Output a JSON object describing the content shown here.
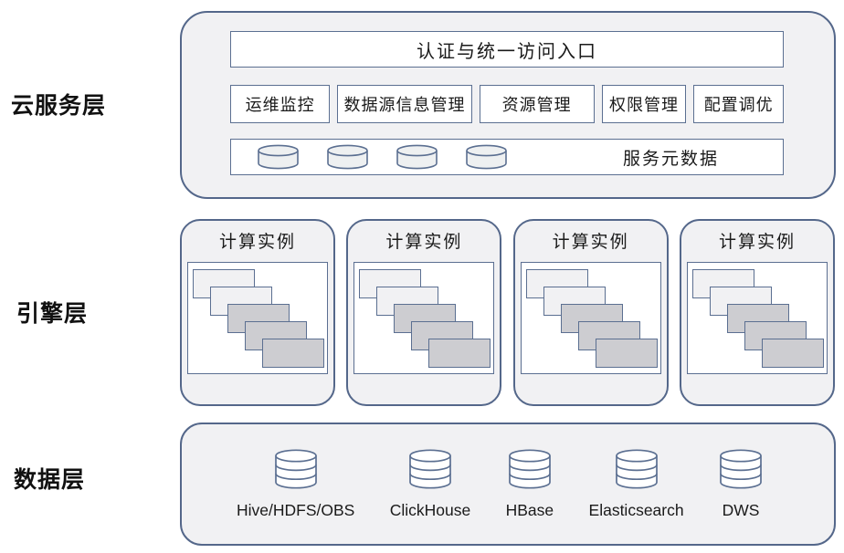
{
  "colors": {
    "canvas_bg": "#ffffff",
    "panel_fill": "#f1f1f3",
    "panel_border": "#54678a",
    "box_border": "#5b6f91",
    "box_fill": "#ffffff",
    "stack_light_fill": "#f1f1f3",
    "stack_dark_fill": "#cdcdd1",
    "cylinder_small_fill": "#eef0f1",
    "text_color": "#1a1a1a"
  },
  "layers": {
    "cloud": {
      "label": "云服务层",
      "access_entry": "认证与统一访问入口",
      "modules": [
        {
          "label": "运维监控"
        },
        {
          "label": "数据源信息管理"
        },
        {
          "label": "资源管理"
        },
        {
          "label": "权限管理"
        },
        {
          "label": "配置调优"
        }
      ],
      "service_metadata": {
        "label": "服务元数据",
        "cylinder_count": 4
      }
    },
    "engine": {
      "label": "引擎层",
      "instances": [
        {
          "label": "计算实例",
          "stacked_cards": 5
        },
        {
          "label": "计算实例",
          "stacked_cards": 5
        },
        {
          "label": "计算实例",
          "stacked_cards": 5
        },
        {
          "label": "计算实例",
          "stacked_cards": 5
        }
      ]
    },
    "data": {
      "label": "数据层",
      "stores": [
        {
          "name": "Hive/HDFS/OBS"
        },
        {
          "name": "ClickHouse"
        },
        {
          "name": "HBase"
        },
        {
          "name": "Elasticsearch"
        },
        {
          "name": "DWS"
        }
      ]
    }
  }
}
